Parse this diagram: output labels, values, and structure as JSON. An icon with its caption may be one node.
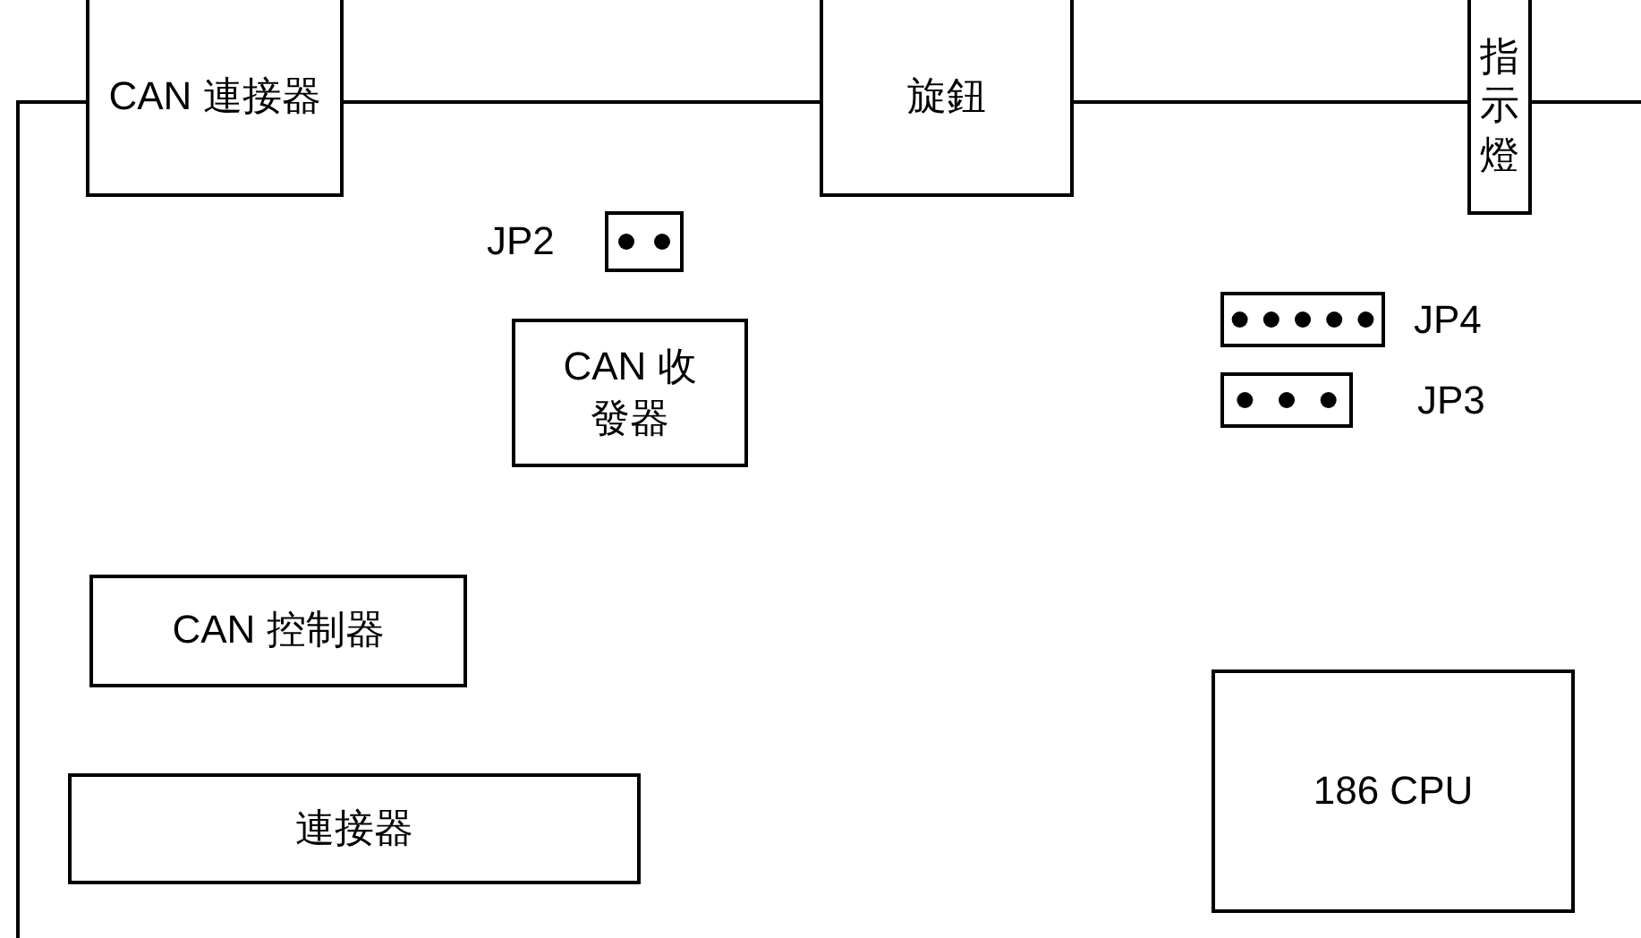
{
  "diagram": {
    "nodes": [
      {
        "text": [
          "CAN 連接器"
        ]
      },
      {
        "text": [
          "旋鈕"
        ]
      },
      {
        "text": [
          "指示燈"
        ]
      },
      {
        "text": [],
        "shape": "box",
        "beside": [
          "JP2"
        ]
      },
      {
        "text": [
          "CAN 收發器"
        ]
      },
      {
        "text": [],
        "shape": "box",
        "beside": [
          "JP4"
        ]
      },
      {
        "text": [],
        "shape": "box",
        "beside": [
          "JP3"
        ]
      },
      {
        "text": [
          "CAN 控制器"
        ]
      },
      {
        "text": [
          "連接器"
        ]
      },
      {
        "text": [
          "186 CPU"
        ]
      }
    ]
  }
}
